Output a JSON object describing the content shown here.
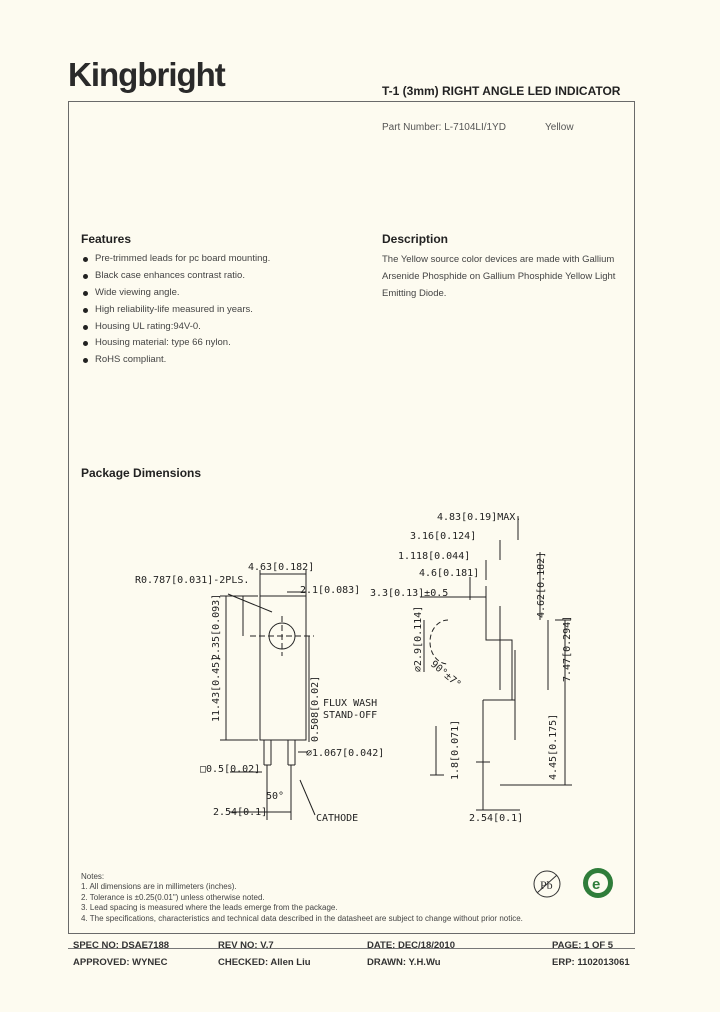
{
  "brand": "Kingbright",
  "doc_title": "T-1 (3mm) RIGHT ANGLE LED INDICATOR",
  "part_number_label": "Part Number: L-7104LI/1YD",
  "part_color": "Yellow",
  "features": {
    "heading": "Features",
    "items": [
      "Pre-trimmed leads for pc board mounting.",
      "Black case enhances contrast ratio.",
      "Wide viewing angle.",
      "High reliability-life measured in years.",
      "Housing UL rating:94V-0.",
      "Housing material: type 66 nylon.",
      "RoHS compliant."
    ]
  },
  "description": {
    "heading": "Description",
    "text": "The Yellow source color devices are made with Gallium Arsenide Phosphide on Gallium Phosphide Yellow Light Emitting Diode."
  },
  "package": {
    "heading": "Package Dimensions",
    "dims": {
      "r0787": "R0.787[0.031]-2PLS.",
      "d463": "4.63[0.182]",
      "d21": "2.1[0.083]",
      "d235": "2.35[0.093]",
      "d1143": "11.43[0.45]",
      "flux": "FLUX   WASH",
      "standoff": "STAND-OFF",
      "d0508": "0.508[0.02]",
      "sq05": "□0.5[0.02]",
      "d1067": "⌀1.067[0.042]",
      "ang50": "50°",
      "d254l": "2.54[0.1]",
      "cathode": "CATHODE",
      "d483": "4.83[0.19]MAX.",
      "d316": "3.16[0.124]",
      "d1118": "1.118[0.044]",
      "d46": "4.6[0.181]",
      "d33": "3.3[0.13]±0.5",
      "d462": "4.62[0.182]",
      "d29": "⌀2.9[0.114]",
      "ang90": "90°±7°",
      "d747": "7.47[0.294]",
      "d18": "1.8[0.071]",
      "d445": "4.45[0.175]",
      "d254r": "2.54[0.1]"
    }
  },
  "notes": {
    "title": "Notes:",
    "items": [
      "1. All dimensions are in millimeters (inches).",
      "2. Tolerance is ±0.25(0.01\") unless otherwise noted.",
      "3. Lead spacing is measured where the leads emerge from the package.",
      "4. The specifications, characteristics and technical data described in the datasheet are subject to change without prior notice."
    ]
  },
  "badges": {
    "pb_free": "Pb",
    "rohs": "e"
  },
  "footer": {
    "spec_no": "SPEC NO: DSAE7188",
    "rev_no": "REV NO: V.7",
    "date": "DATE: DEC/18/2010",
    "page": "PAGE:  1  OF  5",
    "approved": "APPROVED: WYNEC",
    "checked": "CHECKED: Allen Liu",
    "drawn": "DRAWN: Y.H.Wu",
    "erp": "ERP: 1102013061"
  },
  "colors": {
    "rohs_green": "#2f7d3a",
    "frame": "#6a6a6a"
  }
}
